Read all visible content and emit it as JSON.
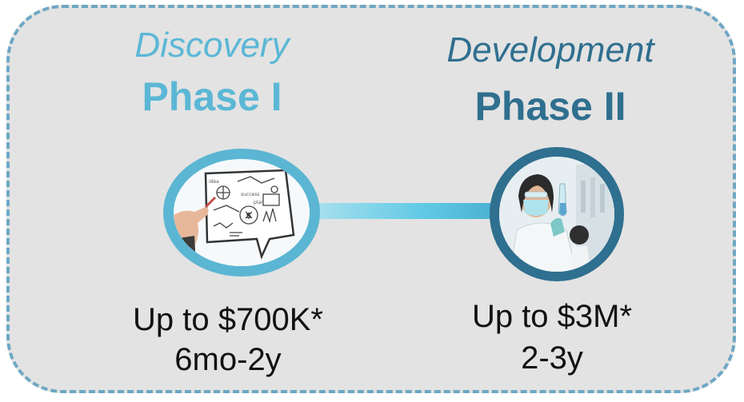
{
  "phases": [
    {
      "stage": "Discovery",
      "title": "Phase I",
      "funding": "Up to $700K*",
      "duration": "6mo-2y",
      "accent_color": "#5bb7d6",
      "image": "sketch-hand-drawing-icon"
    },
    {
      "stage": "Development",
      "title": "Phase II",
      "funding": "Up to $3M*",
      "duration": "2-3y",
      "accent_color": "#2f6f8f",
      "image": "lab-scientist-icon"
    }
  ],
  "colors": {
    "panel_background": "#e3e3e3",
    "panel_border": "#6ea7c4",
    "connector_start": "#a6e0ee",
    "connector_end": "#4aaed0",
    "caption_text": "#111111"
  }
}
